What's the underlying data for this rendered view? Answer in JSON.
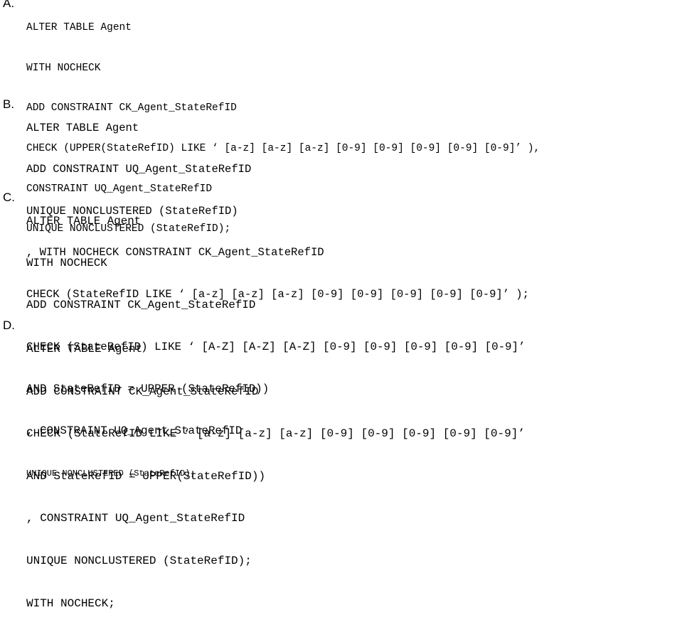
{
  "options": [
    {
      "label": "A.",
      "lines": [
        "ALTER TABLE Agent",
        "WITH NOCHECK",
        "ADD CONSTRAINT CK_Agent_StateRefID",
        "CHECK (UPPER(StateRefID) LIKE ‘ [a-z] [a-z] [a-z] [0-9] [0-9] [0-9] [0-9] [0-9]’ ),",
        "CONSTRAINT UQ_Agent_StateRefID",
        "UNIQUE NONCLUSTERED (StateRefID);"
      ]
    },
    {
      "label": "B.",
      "lines": [
        "ALTER TABLE Agent",
        "ADD CONSTRAINT UQ_Agent_StateRefID",
        "UNIQUE NONCLUSTERED (StateRefID)",
        ", WITH NOCHECK CONSTRAINT CK_Agent_StateRefID",
        "CHECK (StateRefID LIKE ‘ [a-z] [a-z] [a-z] [0-9] [0-9] [0-9] [0-9] [0-9]’ );"
      ]
    },
    {
      "label": "C.",
      "lines": [
        "ALTER TABLE Agent",
        "WITH NOCHECK",
        "ADD CONSTRAINT CK_Agent_StateRefID",
        "CHECK (StateRefID) LIKE ‘ [A-Z] [A-Z] [A-Z] [0-9] [0-9] [0-9] [0-9] [0-9]’",
        "AND StateRefID = UPPER (StateRefID))",
        ", CONSTRAINT UQ_Agent_StateRefID",
        "UNIQUE NONCLUSTERED (StateRefID);"
      ]
    },
    {
      "label": "D.",
      "lines": [
        "ALTER TABLE Agent",
        "ADD CONSTRAINT CK_Agent_StateRefID",
        "CHECK (StateRefID LIKE ‘ [a-z] [a-z] [a-z] [0-9] [0-9] [0-9] [0-9] [0-9]’",
        "AND StateRefID = UPPER(StateRefID))",
        ", CONSTRAINT UQ_Agent_StateRefID",
        "UNIQUE NONCLUSTERED (StateRefID);",
        "WITH NOCHECK;"
      ]
    }
  ]
}
